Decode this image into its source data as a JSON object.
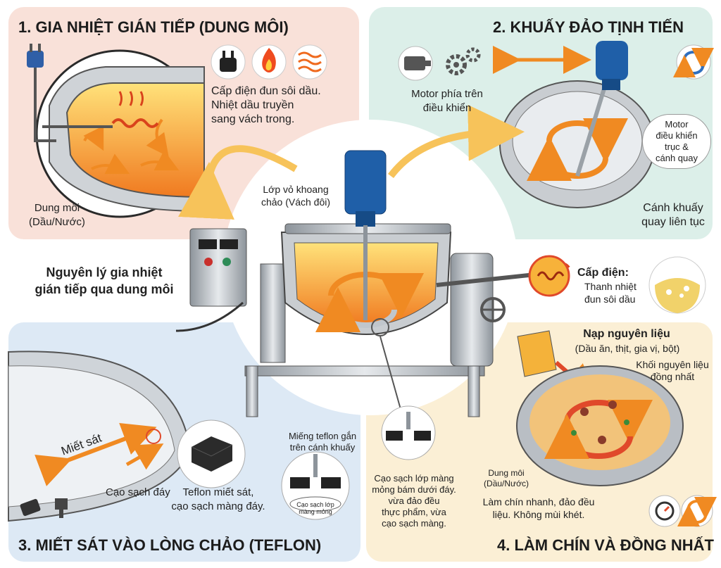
{
  "panel1": {
    "title": "1. GIA NHIỆT GIÁN TIẾP (DUNG MÔI)",
    "desc": "Cấp điện đun sôi dầu.\nNhiệt dầu truyền\nsang vách trong.",
    "solvent_label": "Dung môi\n(Dầu/Nước)",
    "icons": [
      "plug-icon",
      "flame-icon",
      "heat-wave-icon"
    ]
  },
  "panel2": {
    "title": "2. KHUẤY ĐẢO TỊNH TIẾN",
    "motor_top": "Motor phía trên\nđiều khiển",
    "motor_bubble": "Motor\nđiều khiển\ntrục &\ncánh quay",
    "blade_label": "Cánh khuấy\nquay liên tục",
    "icons": [
      "motor-icon",
      "gears-icon",
      "rotate-icon"
    ]
  },
  "panel3": {
    "title": "3. MIẾT SÁT VÀO LÒNG CHẢO (TEFLON)",
    "press_label": "Miết sát",
    "scrape_label": "Cạo sạch đáy",
    "teflon_label": "Teflon miết sát,\ncạo sạch màng đáy.",
    "icons": [
      "teflon-block-icon",
      "scraper-icon"
    ]
  },
  "panel4": {
    "title": "4. LÀM CHÍN VÀ ĐỒNG NHẤT",
    "load_title": "Nạp nguyên liệu",
    "load_sub": "(Dầu ăn, thịt, gia vị, bột)",
    "block_label": "Khối nguyên liệu\nđồng nhất",
    "solvent_label": "Dung môi\n(Dầu/Nước)",
    "result": "Làm chín nhanh, đảo đều\nliệu. Không mùi khét.",
    "icons": [
      "timer-icon",
      "refresh-icon"
    ]
  },
  "center": {
    "principle": "Nguyên lý gia nhiệt\ngián tiếp qua dung môi",
    "jacket_label": "Lớp vỏ khoang\nchảo (Vách đôi)",
    "power_title": "Cấp điện:",
    "power_desc": "Thanh nhiệt\nđun sôi dầu",
    "teflon_pad": "Miếng teflon gắn\ntrên cánh khuấy",
    "scrape_desc": "Cạo sạch lớp màng\nmỏng bám dưới đáy.\nvừa đảo đều\nthực phẩm, vừa\ncạo sạch màng.",
    "scrape_circle": "Cạo sạch lớp\nmàng mỏng"
  },
  "colors": {
    "panel1": "#f9e1d9",
    "panel2": "#dcefe9",
    "panel3": "#dde9f5",
    "panel4": "#fbefd5",
    "oil": "#f5b53a",
    "arrow": "#f08a22",
    "motor": "#1f5fa8",
    "steel": "#b9bec4"
  }
}
